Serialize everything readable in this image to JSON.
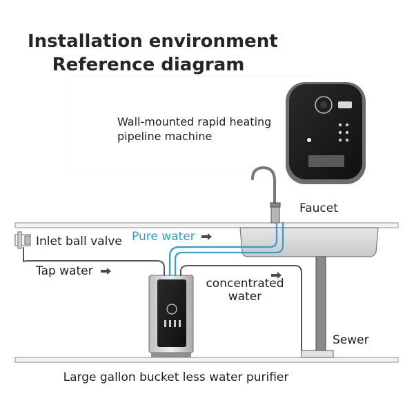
{
  "title": {
    "line1": "Installation environment",
    "line2": "Reference diagram"
  },
  "labels": {
    "machine": "Wall-mounted rapid heating pipeline machine",
    "faucet": "Faucet",
    "inlet_ball_valve": "Inlet ball valve",
    "pure_water": "Pure water",
    "tap_water": "Tap water",
    "concentrated_water": "concentrated water",
    "sewer": "Sewer",
    "purifier": "Large gallon bucket less water purifier"
  },
  "colors": {
    "pure_water_pipe": "#2aa0d8",
    "pipe": "#555555",
    "arrow": "#4a4a4a",
    "counter_line": "#9a9a9a"
  },
  "icons": [
    "wall-machine-icon",
    "faucet-icon",
    "sink-icon",
    "ball-valve-icon",
    "purifier-unit-icon",
    "drain-pipe-icon",
    "flow-arrow-icon"
  ]
}
